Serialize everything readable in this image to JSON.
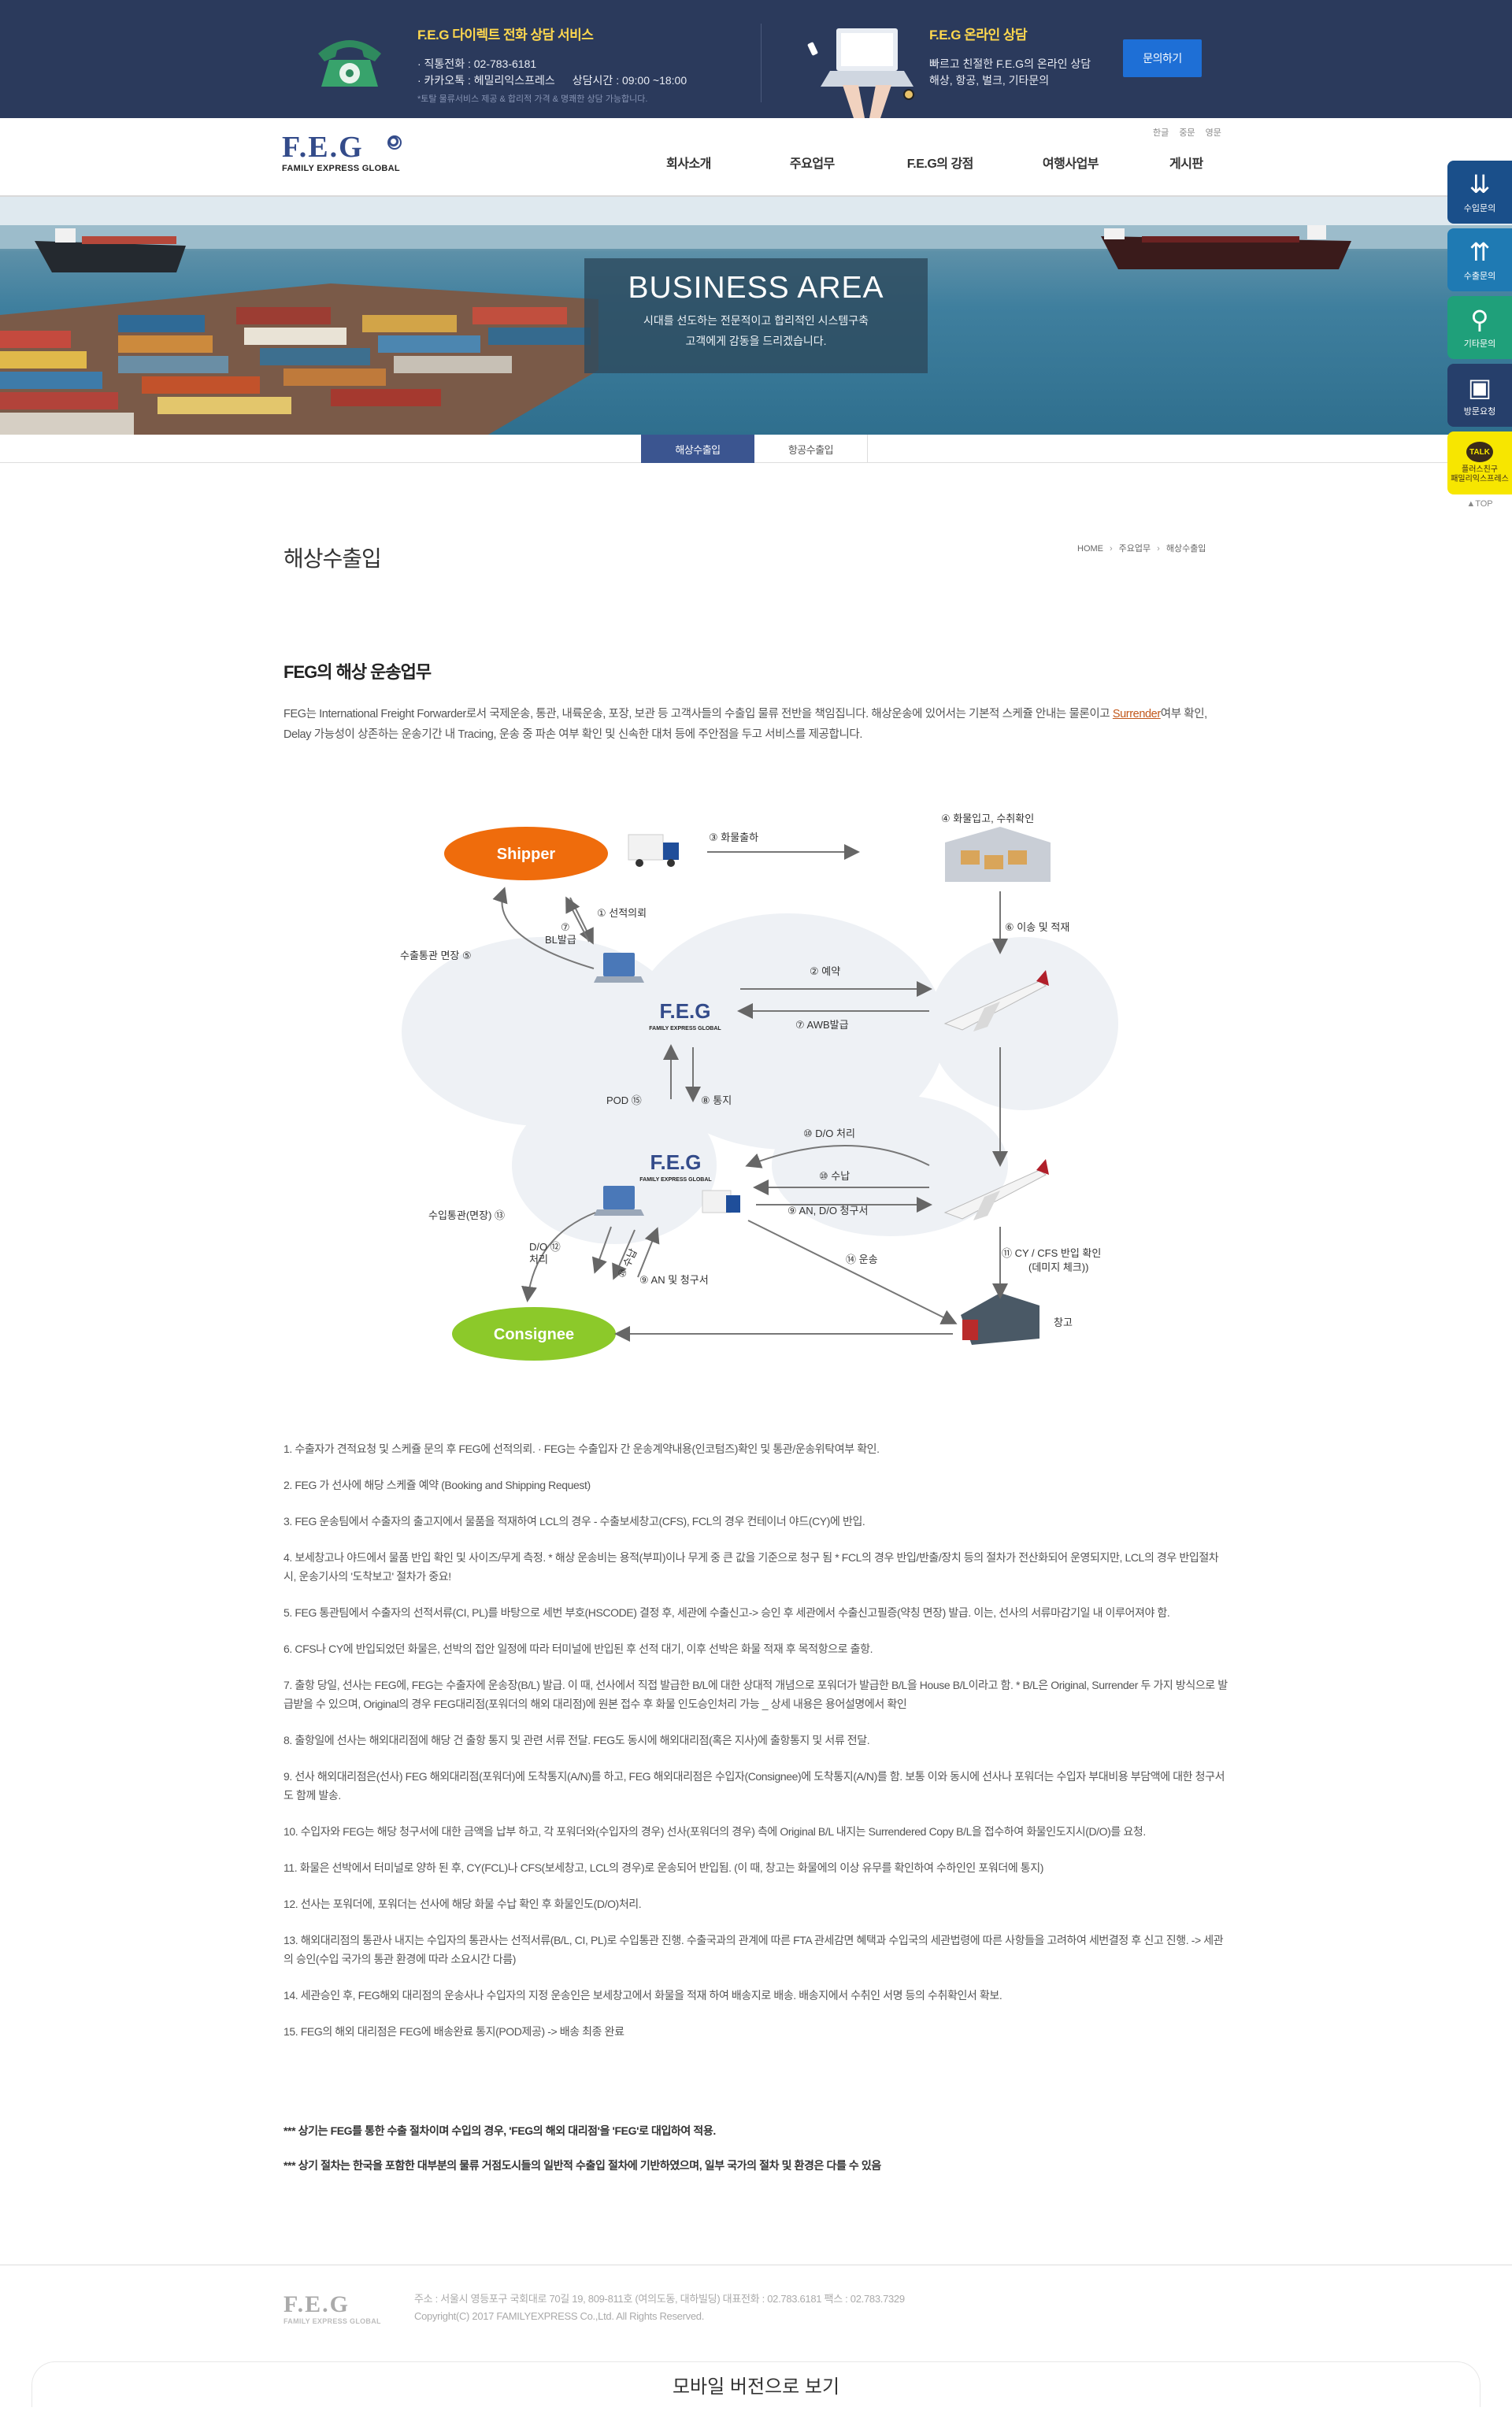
{
  "topbar": {
    "direct_title": "F.E.G 다이렉트 전화 상담 서비스",
    "phone_line": "· 직통전화 : 02-783-6181",
    "kakao_line": "· 카카오톡 : 헤밀리익스프레스",
    "hours_line": "상담시간 : 09:00 ~18:00",
    "note_line": "*토탈 물류서비스 제공 & 합리적 가격 & 명쾌한 상담 가능합니다.",
    "online_title": "F.E.G 온라인 상담",
    "online_line1": "빠르고 친절한 F.E.G의 온라인 상담",
    "online_line2": "해상, 항공, 벌크, 기타문의",
    "inquiry_button": "문의하기"
  },
  "header": {
    "logo_text": "F.E.G",
    "logo_sub": "FAMILY EXPRESS GLOBAL",
    "langs": [
      "한글",
      "중문",
      "영문"
    ],
    "nav": [
      "회사소개",
      "주요업무",
      "F.E.G의 강점",
      "여행사업부",
      "게시판"
    ]
  },
  "hero": {
    "title": "BUSINESS AREA",
    "line1": "시대를 선도하는 전문적이고 합리적인 시스템구축",
    "line2": "고객에게 감동을 드리겠습니다."
  },
  "subtabs": [
    "해상수출입",
    "항공수출입"
  ],
  "quick_menu": [
    {
      "label": "수입문의",
      "icon": "import-icon"
    },
    {
      "label": "수출문의",
      "icon": "export-icon"
    },
    {
      "label": "기타문의",
      "icon": "search-icon"
    },
    {
      "label": "방문요청",
      "icon": "briefcase-icon"
    },
    {
      "label": "패밀리익스프레스",
      "icon": "kakaotalk-icon",
      "sublabel": "플러스친구",
      "badge": "TALK"
    }
  ],
  "quick_top": "▲TOP",
  "page": {
    "title": "해상수출입",
    "breadcrumb": [
      "HOME",
      "주요업무",
      "해상수출입"
    ],
    "section_title": "FEG의 해상 운송업무",
    "intro_a": "FEG는 International Freight Forwarder로서 국제운송, 통관, 내륙운송, 포장, 보관 등 고객사들의 수출입 물류 전반을 책임집니다. 해상운송에 있어서는 기본적 스케쥴 안내는 물론이고 ",
    "intro_link": "Surrender",
    "intro_b": "여부 확인, Delay 가능성이 상존하는 운송기간 내 Tracing, 운송 중 파손 여부 확인 및 신속한 대처 등에 주안점을 두고 서비스를 제공합니다."
  },
  "diagram": {
    "shipper": "Shipper",
    "consignee": "Consignee",
    "feg": "F.E.G",
    "feg_sub": "FAMILY EXPRESS GLOBAL",
    "s1": "① 선적의뢰",
    "s2": "② 예약",
    "s3": "③ 화물출하",
    "s4": "④ 화물입고, 수취확인",
    "s5": "수출통관 면장 ⑤",
    "s6": "⑥ 이송 및 적재",
    "s7a": "⑦",
    "s7b": "BL발급",
    "s7c": "⑦ AWB발급",
    "s8": "⑧ 통지",
    "pod": "POD ⑮",
    "s9a": "⑨ AN, D/O 청구서",
    "s9b": "⑨ AN 및 청구서",
    "s10a": "⑩ D/O 처리",
    "s10b": "⑩ 수납",
    "s10c": "⑩ 수납",
    "s12a": "D/O ⑫",
    "s12b": "처리",
    "s13": "수입통관(면장) ⑬",
    "s14": "⑭ 운송",
    "s11a": "⑪ CY / CFS 반입 확인",
    "s11b": "(데미지 체크))",
    "warehouse": "창고"
  },
  "steps": [
    "1. 수출자가 견적요청 및 스케쥴 문의 후 FEG에 선적의뢰. · FEG는 수출입자 간 운송계약내용(인코텀즈)확인 및 통관/운송위탁여부 확인.",
    "2. FEG 가 선사에 해당 스케쥴 예약 (Booking and Shipping Request)",
    "3. FEG 운송팀에서 수출자의 출고지에서 물품을 적재하여 LCL의 경우 - 수출보세창고(CFS), FCL의 경우 컨테이너 야드(CY)에 반입.",
    "4. 보세창고나 야드에서 물품 반입 확인 및 사이즈/무게 측정. * 해상 운송비는 용적(부피)이나 무게 중 큰 값을 기준으로 청구 됨 * FCL의 경우 반입/반출/장치 등의 절차가 전산화되어 운영되지만, LCL의 경우 반입절차 시, 운송기사의 '도착보고' 절차가 중요!",
    "5. FEG 통관팀에서 수출자의 선적서류(CI, PL)를 바탕으로 세번 부호(HSCODE) 결정 후, 세관에 수출신고-> 승인 후 세관에서 수출신고필증(약칭 면장) 발급. 이는, 선사의 서류마감기일 내 이루어져야 함.",
    "6. CFS나 CY에 반입되었던 화물은, 선박의 접안 일정에 따라 터미널에 반입된 후 선적 대기, 이후 선박은 화물 적재 후 목적항으로 출항.",
    "7. 출항 당일, 선사는 FEG에, FEG는 수출자에 운송장(B/L) 발급. 이 때, 선사에서 직접 발급한 B/L에 대한 상대적 개념으로 포워더가 발급한 B/L을 House B/L이라고 함. * B/L은 Original, Surrender 두 가지 방식으로 발급받을 수 있으며, Original의 경우 FEG대리점(포워더의 해외 대리점)에 원본 접수 후 화물 인도승인처리 가능 _ 상세 내용은 용어설명에서 확인",
    "8. 출항일에 선사는 해외대리점에 해당 건 출항 통지 및 관련 서류 전달. FEG도 동시에 해외대리점(혹은 지사)에 출항통지 및 서류 전달.",
    "9. 선사 해외대리점은(선사) FEG 해외대리점(포워더)에 도착통지(A/N)를 하고, FEG 해외대리점은 수입자(Consignee)에 도착통지(A/N)를 함. 보통 이와 동시에 선사나 포워더는 수입자 부대비용 부담액에 대한 청구서도 함께 발송.",
    "10. 수입자와 FEG는 해당 청구서에 대한 금액을 납부 하고, 각 포워더와(수입자의 경우) 선사(포워더의 경우) 측에 Original B/L 내지는 Surrendered Copy B/L을 접수하여 화물인도지시(D/O)를 요청.",
    "11. 화물은 선박에서 터미널로 양하 된 후, CY(FCL)나 CFS(보세창고, LCL의 경우)로 운송되어 반입됨. (이 때, 창고는 화물에의 이상 유무를 확인하여 수하인인 포워더에 통지)",
    "12. 선사는 포워더에, 포워더는 선사에 해당 화물 수납 확인 후 화물인도(D/O)처리.",
    "13. 해외대리점의 통관사 내지는 수입자의 통관사는 선적서류(B/L, CI, PL)로 수입통관 진행. 수출국과의 관계에 따른 FTA 관세감면 혜택과 수입국의 세관법령에 따른 사항들을 고려하여 세번결정 후 신고 진행. -> 세관의 승인(수입 국가의 통관 환경에 따라 소요시간 다름)",
    "14. 세관승인 후, FEG해외 대리점의 운송사나 수입자의 지정 운송인은 보세창고에서 화물을 적재 하여 배송지로 배송. 배송지에서 수취인 서명 등의 수취확인서 확보.",
    "15. FEG의 해외 대리점은 FEG에 배송완료 통지(POD제공) -> 배송 최종 완료"
  ],
  "notes": [
    "*** 상기는 FEG를 통한 수출 절차이며 수입의 경우, 'FEG의 해외 대리점'을 'FEG'로 대입하여 적용.",
    "*** 상기 절차는 한국을 포함한 대부분의 물류 거점도시들의 일반적 수출입 절차에 기반하였으며, 일부 국가의 절차 및 환경은 다를 수 있음"
  ],
  "footer": {
    "logo_text": "F.E.G",
    "logo_sub": "FAMILY EXPRESS GLOBAL",
    "address": "주소 : 서울시 영등포구 국회대로 70길 19, 809-811호 (여의도동, 대하빌딩)   대표전화 : 02.783.6181    팩스 : 02.783.7329",
    "copyright": "Copyright(C) 2017 FAMILYEXPRESS Co.,Ltd. All Rights Reserved.",
    "mobile_button": "모바일 버전으로 보기"
  },
  "colors": {
    "topbar_bg": "#2b3a5c",
    "accent_yellow": "#ffd84e",
    "button_blue": "#1e6fd6",
    "brand_navy": "#334b8a",
    "shipper_orange": "#ef6c0c",
    "consignee_green": "#8cc92a",
    "link_orange": "#c2571a"
  }
}
